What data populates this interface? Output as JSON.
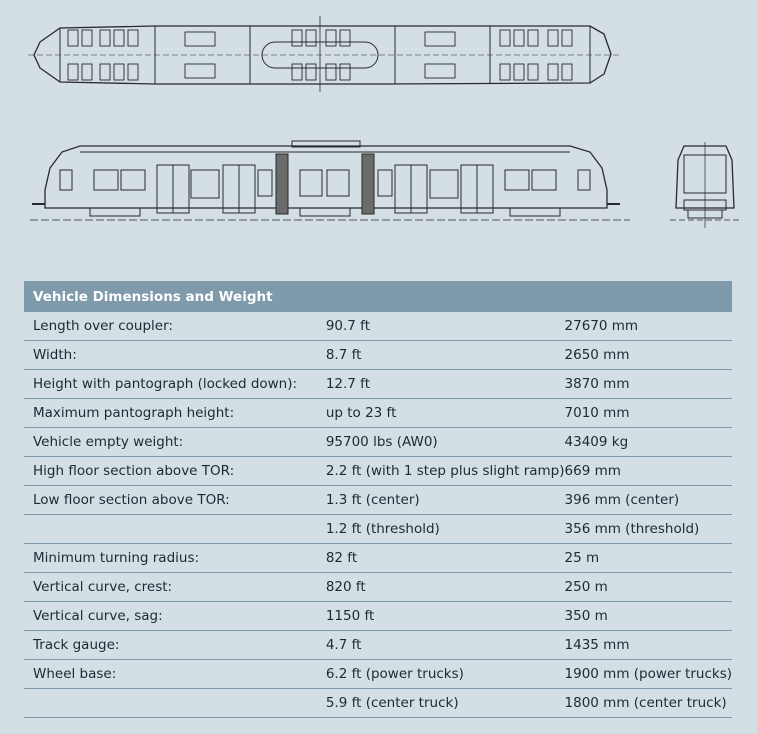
{
  "table": {
    "title": "Vehicle Dimensions and Weight",
    "rows": [
      {
        "label": "Length over coupler:",
        "imperial": "90.7 ft",
        "metric": "27670 mm"
      },
      {
        "label": "Width:",
        "imperial": "8.7 ft",
        "metric": "2650 mm"
      },
      {
        "label": "Height with pantograph (locked down):",
        "imperial": "12.7 ft",
        "metric": "3870 mm"
      },
      {
        "label": "Maximum pantograph height:",
        "imperial": "up to 23 ft",
        "metric": "7010 mm"
      },
      {
        "label": "Vehicle empty weight:",
        "imperial": "95700 lbs (AW0)",
        "metric": "43409 kg"
      },
      {
        "label": "High floor section above TOR:",
        "imperial": "2.2 ft (with 1 step plus slight ramp)",
        "metric": "669 mm"
      },
      {
        "label": "Low floor section above TOR:",
        "imperial": "1.3 ft (center)",
        "metric": "396 mm  (center)"
      },
      {
        "label": "",
        "imperial": "1.2 ft (threshold)",
        "metric": "356 mm (threshold)"
      },
      {
        "label": "Minimum turning radius:",
        "imperial": "82 ft",
        "metric": "25 m"
      },
      {
        "label": "Vertical curve, crest:",
        "imperial": "820 ft",
        "metric": "250 m"
      },
      {
        "label": "Vertical curve, sag:",
        "imperial": "1150 ft",
        "metric": "350 m"
      },
      {
        "label": "Track gauge:",
        "imperial": "4.7 ft",
        "metric": "1435 mm"
      },
      {
        "label": "Wheel base:",
        "imperial": "6.2 ft (power trucks)",
        "metric": "1900 mm (power trucks)"
      },
      {
        "label": "",
        "imperial": "5.9 ft (center truck)",
        "metric": "1800 mm (center truck)"
      }
    ]
  },
  "colors": {
    "background": "#d3dee5",
    "header": "#7f9aab",
    "rule": "#7f9aab",
    "drawing_line": "#2a2a2a"
  }
}
